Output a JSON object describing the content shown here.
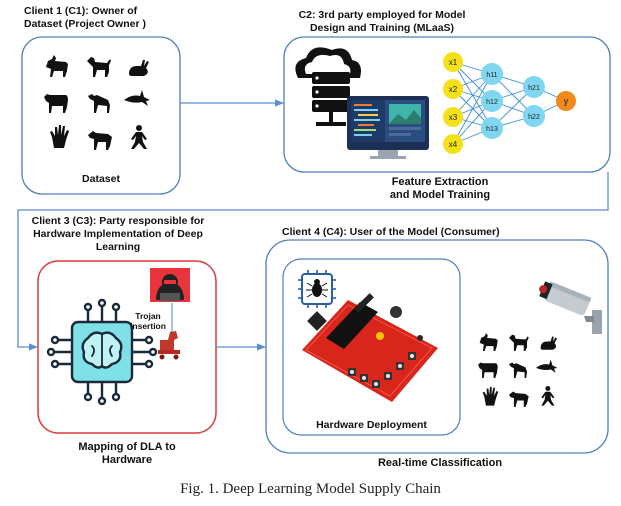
{
  "clients": {
    "c1": {
      "title_line1": "Client 1 (C1): Owner of",
      "title_line2": "Dataset (Project Owner )",
      "footer": "Dataset"
    },
    "c2": {
      "title_line1": "C2: 3rd party employed for Model",
      "title_line2": "Design and Training (MLaaS)",
      "footer_line1": "Feature Extraction",
      "footer_line2": "and  Model Training"
    },
    "c3": {
      "title_line1": "Client 3 (C3): Party responsible for",
      "title_line2": "Hardware Implementation of Deep",
      "title_line3": "Learning",
      "trojan_line1": "Trojan",
      "trojan_line2": "Insertion",
      "footer_line1": "Mapping of DLA to",
      "footer_line2": "Hardware"
    },
    "c4": {
      "title": "Client 4 (C4): User of the Model (Consumer)",
      "inner_label": "Hardware Deployment",
      "footer": "Real-time Classification"
    }
  },
  "network": {
    "inputs": [
      "x1",
      "x2",
      "x3",
      "x4"
    ],
    "hidden1": [
      "h11",
      "h12",
      "h13"
    ],
    "hidden2": [
      "h21",
      "h22"
    ],
    "output": "y"
  },
  "caption": "Fig. 1.  Deep Learning Model Supply Chain",
  "colors": {
    "box_blue": "#4f7fbf",
    "box_red": "#e03a3a",
    "arrow": "#5b8ed0",
    "node_input": "#f5e11a",
    "node_hidden": "#7fd6f0",
    "node_output": "#f08a1e"
  },
  "icons": [
    "goat-icon",
    "dog-icon",
    "rabbit-icon",
    "cow-icon",
    "hyena-icon",
    "shark-icon",
    "hand-icon",
    "horse-icon",
    "person-icon",
    "cloud-server-icon",
    "monitor-icon",
    "hacker-icon",
    "trojan-horse-icon",
    "chip-brain-icon",
    "bug-chip-icon",
    "pcb-board-icon",
    "cctv-camera-icon"
  ]
}
